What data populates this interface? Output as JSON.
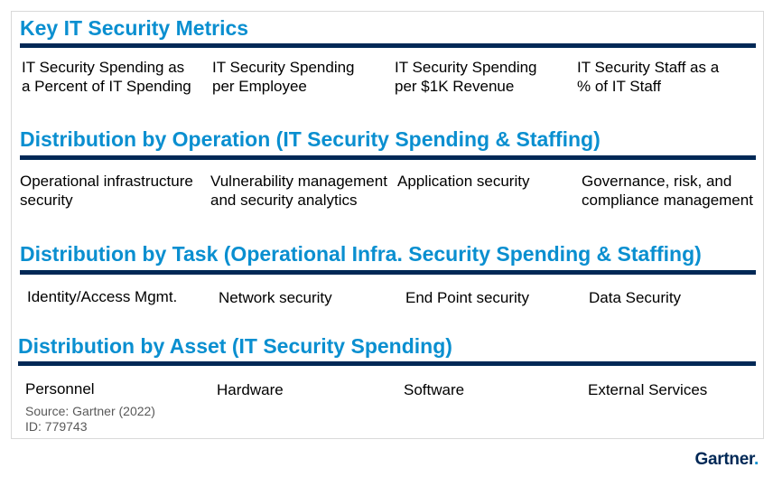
{
  "sections": [
    {
      "title": "Key IT Security Metrics",
      "items": [
        "IT Security Spending as\na Percent of IT Spending",
        "IT Security Spending\nper Employee",
        "IT Security Spending\nper $1K Revenue",
        "IT Security Staff as a\n% of IT Staff"
      ]
    },
    {
      "title": "Distribution by Operation (IT Security Spending & Staffing)",
      "items": [
        "Operational infrastructure\nsecurity",
        "Vulnerability management\nand security analytics",
        "Application security",
        "Governance, risk, and\ncompliance management"
      ]
    },
    {
      "title": "Distribution by Task (Operational Infra. Security Spending & Staffing)",
      "items": [
        "Identity/Access Mgmt.",
        "Network security",
        "End Point security",
        "Data Security"
      ]
    },
    {
      "title": "Distribution by Asset (IT Security Spending)",
      "items": [
        "Personnel",
        "Hardware",
        "Software",
        "External Services"
      ]
    }
  ],
  "source": "Source: Gartner (2022)",
  "id": "ID: 779743",
  "logo": {
    "text": "Gartner",
    "dot": "."
  },
  "colors": {
    "heading": "#0a8fd0",
    "rule": "#002856",
    "logo": "#002856"
  }
}
